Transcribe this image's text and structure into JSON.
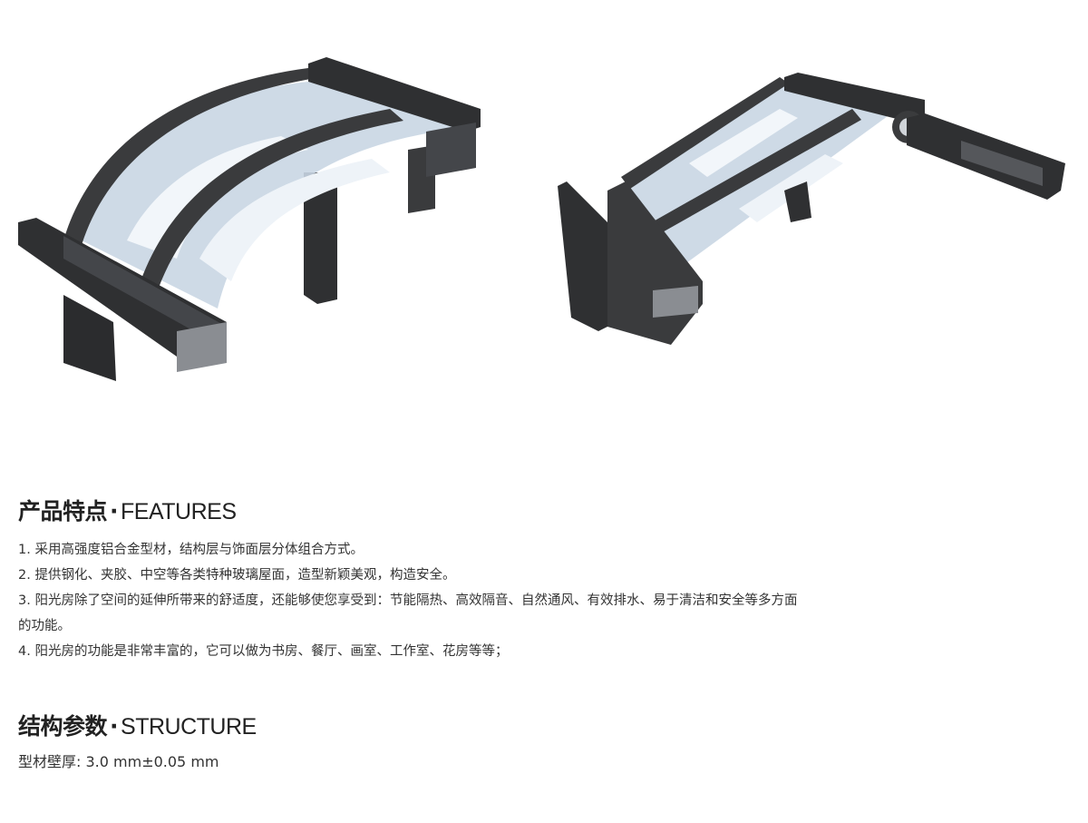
{
  "images": [
    {
      "name": "curved-roof-profile",
      "colors": {
        "frame": "#3a3b3d",
        "glass": "#c9d6e3",
        "highlight": "#f2f6fa"
      }
    },
    {
      "name": "pitched-roof-profile",
      "colors": {
        "frame": "#3a3b3d",
        "glass": "#c9d6e3",
        "highlight": "#f2f6fa"
      }
    }
  ],
  "features": {
    "title_cn": "产品特点",
    "separator": "·",
    "title_en": "FEATURES",
    "items": [
      "1. 采用高强度铝合金型材，结构层与饰面层分体组合方式。",
      "2. 提供钢化、夹胶、中空等各类特种玻璃屋面，造型新颖美观，构造安全。",
      "3. 阳光房除了空间的延伸所带来的舒适度，还能够使您享受到：节能隔热、高效隔音、自然通风、有效排水、易于清洁和安全等多方面的功能。",
      "4. 阳光房的功能是非常丰富的，它可以做为书房、餐厅、画室、工作室、花房等等；"
    ]
  },
  "structure": {
    "title_cn": "结构参数",
    "separator": "·",
    "title_en": "STRUCTURE",
    "param_label": "型材壁厚",
    "param_value": ": 3.0 mm±0.05 mm"
  }
}
